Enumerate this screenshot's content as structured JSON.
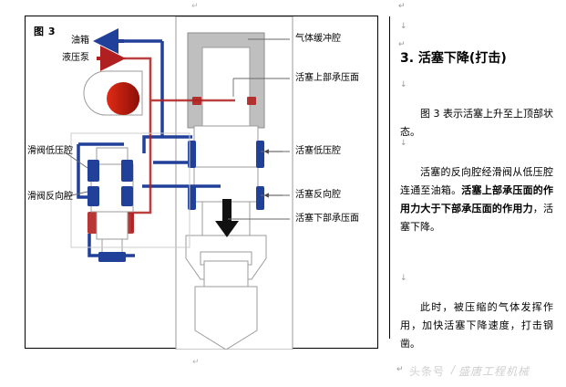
{
  "figure": {
    "caption": "图 3",
    "flow_labels": [
      {
        "text": "油箱",
        "arrow": "left-arrow-blue",
        "color": "#21409a"
      },
      {
        "text": "液压泵",
        "arrow": "right-arrow-red",
        "color": "#b02020"
      }
    ],
    "left_labels": [
      {
        "text": "滑阀低压腔"
      },
      {
        "text": "滑阀反向腔"
      }
    ],
    "right_labels": [
      {
        "text": "气体缓冲腔"
      },
      {
        "text": "活塞上部承压面"
      },
      {
        "text": "活塞低压腔"
      },
      {
        "text": "活塞反向腔"
      },
      {
        "text": "活塞下部承压面"
      }
    ],
    "piston_direction_icon": "down-arrow-icon",
    "colors": {
      "high_pressure": "#b02020",
      "low_pressure": "#21409a",
      "outline": "#9b9b9b",
      "gas_chamber": "#bfbfbf",
      "frame": "#000000"
    }
  },
  "text_column": {
    "heading": "3. 活塞下降(打击)",
    "paragraphs": [
      "图 3 表示活塞上升至上顶部状态。",
      "活塞的反向腔经滑阀从低压腔连通至油箱。",
      "此时，被压缩的气体发挥作用，加快活塞下降速度，打击钢凿。"
    ],
    "para2_parts": {
      "lead": "活塞的反向腔经滑阀从低压腔连通至油箱。",
      "bold": "活塞上部承压面的作用力大于下部承压面的作用力",
      "tail": "，活塞下降。"
    },
    "pilcrow": "↵",
    "arrow_mark": "↓"
  },
  "watermark": {
    "prefix": "头条号",
    "separator": "/",
    "name": "盛唐工程机械"
  }
}
